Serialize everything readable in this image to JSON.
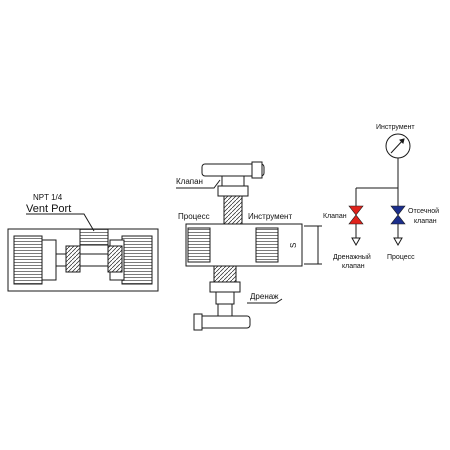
{
  "left_view": {
    "thread_label": "NPT 1/4",
    "port_label": "Vent Port"
  },
  "center_view": {
    "valve_label": "Клапан",
    "process_label": "Процесс",
    "instrument_label": "Инструмент",
    "dimension_label": "S",
    "drain_label": "Дренаж"
  },
  "schematic": {
    "instrument_label": "Инструмент",
    "valve_label": "Клапан",
    "shutoff_label_line1": "Отсечной",
    "shutoff_label_line2": "клапан",
    "drain_label_line1": "Дренажный",
    "drain_label_line2": "клапан",
    "process_label": "Процесс",
    "colors": {
      "drain_valve": "#e0231c",
      "shutoff_valve": "#1c2f8c",
      "line": "#1a1a1a"
    }
  }
}
